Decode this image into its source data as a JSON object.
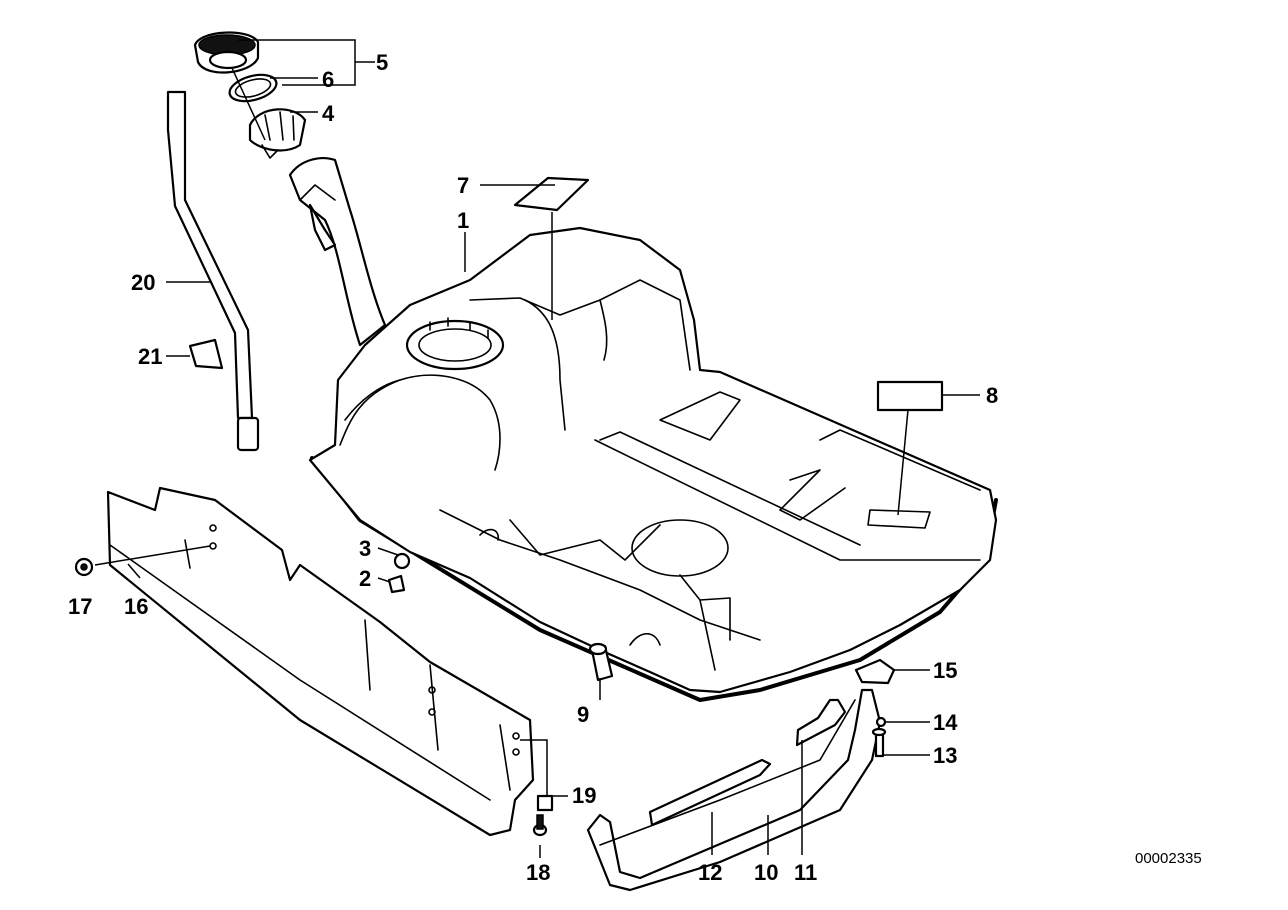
{
  "diagram": {
    "document_number": "00002335",
    "callouts": {
      "c1": "1",
      "c2": "2",
      "c3": "3",
      "c4": "4",
      "c5": "5",
      "c6": "6",
      "c7": "7",
      "c8": "8",
      "c9": "9",
      "c10": "10",
      "c11": "11",
      "c12": "12",
      "c13": "13",
      "c14": "14",
      "c15": "15",
      "c16": "16",
      "c17": "17",
      "c18": "18",
      "c19": "19",
      "c20": "20",
      "c21": "21"
    }
  }
}
